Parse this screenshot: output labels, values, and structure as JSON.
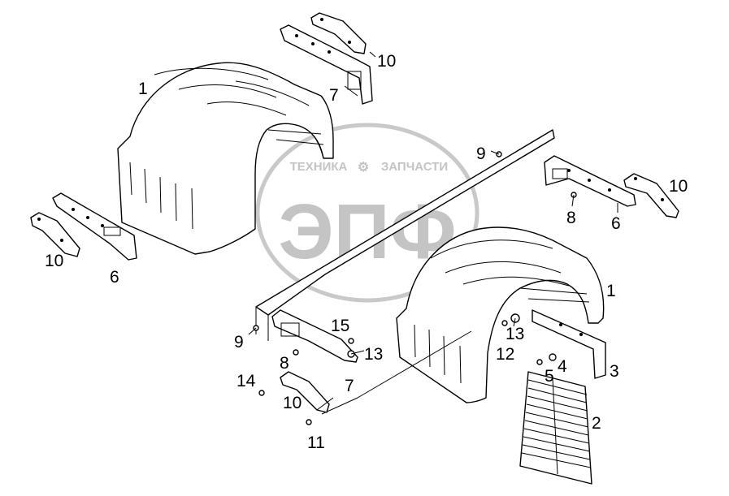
{
  "watermark": {
    "top_text_left": "ТЕХНИКА",
    "top_text_right": "ЗАПЧАСТИ",
    "gear_glyph": "⚙",
    "logo_text": "ЭПФ"
  },
  "callouts": [
    {
      "id": "c1a",
      "text": "1"
    },
    {
      "id": "c10a",
      "text": "10"
    },
    {
      "id": "c7a",
      "text": "7"
    },
    {
      "id": "c9a",
      "text": "9"
    },
    {
      "id": "c10b",
      "text": "10"
    },
    {
      "id": "c8a",
      "text": "8"
    },
    {
      "id": "c6a",
      "text": "6"
    },
    {
      "id": "c10c",
      "text": "10"
    },
    {
      "id": "c6b",
      "text": "6"
    },
    {
      "id": "c1b",
      "text": "1"
    },
    {
      "id": "c15",
      "text": "15"
    },
    {
      "id": "c13a",
      "text": "13"
    },
    {
      "id": "c9b",
      "text": "9"
    },
    {
      "id": "c13b",
      "text": "13"
    },
    {
      "id": "c12",
      "text": "12"
    },
    {
      "id": "c8b",
      "text": "8"
    },
    {
      "id": "c4",
      "text": "4"
    },
    {
      "id": "c5",
      "text": "5"
    },
    {
      "id": "c3",
      "text": "3"
    },
    {
      "id": "c14",
      "text": "14"
    },
    {
      "id": "c10d",
      "text": "10"
    },
    {
      "id": "c7b",
      "text": "7"
    },
    {
      "id": "c2",
      "text": "2"
    },
    {
      "id": "c11",
      "text": "11"
    }
  ]
}
